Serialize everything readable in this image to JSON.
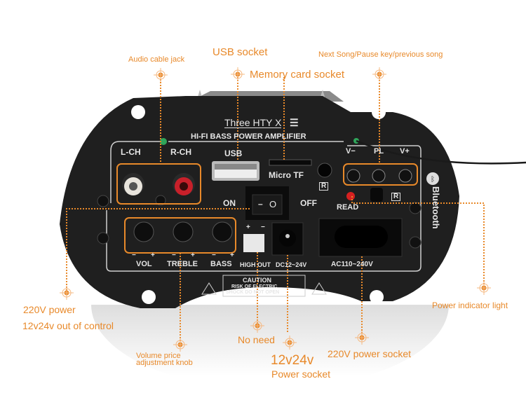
{
  "product": {
    "brand_title": "Three HTY X",
    "subtitle": "HI-FI  BASS POWER AMPLIFIER",
    "bluetooth_text": "Bluetooth",
    "colors": {
      "accent": "#e8892a",
      "board": "#1e1e1e",
      "panel_line": "#d0d0d0",
      "rca_left": "#e8e4dc",
      "rca_right": "#c8202a",
      "led_green": "#2fa55a",
      "led_red": "#d62020"
    }
  },
  "board_labels": {
    "l_ch": "L-CH",
    "r_ch": "R-CH",
    "usb": "USB",
    "micro_tf": "Micro TF",
    "on": "ON",
    "off": "OFF",
    "switch_off": "O",
    "switch_on": "–",
    "v_minus": "V−",
    "pause": "PL",
    "v_plus": "V+",
    "read": "READ",
    "r_mark": "R",
    "vol": "VOL",
    "treble": "TREBLE",
    "bass": "BASS",
    "minus": "−",
    "plus": "+",
    "high_out": "HIGH OUT",
    "dc": "DC12~24V",
    "ac": "AC110~240V",
    "caution_title": "CAUTION",
    "caution_line1": "RISK OF ELECTRIC",
    "caution_line2": "SHOCK DO NOT OPEN"
  },
  "callouts": {
    "audio_cable_jack": "Audio cable jack",
    "usb_socket": "USB socket",
    "memory_card_socket": "Memory card socket",
    "next_song": "Next Song/Pause key/previous song",
    "power_220v_line1": "220V power",
    "power_220v_line2": "12v24v out of control",
    "power_indicator": "Power indicator light",
    "no_need": "No need",
    "volume_line1": "Volume price",
    "volume_line2": "adjustment knob",
    "dc_line1": "12v24v",
    "dc_line2": "Power socket",
    "ac_socket": "220V power socket"
  }
}
